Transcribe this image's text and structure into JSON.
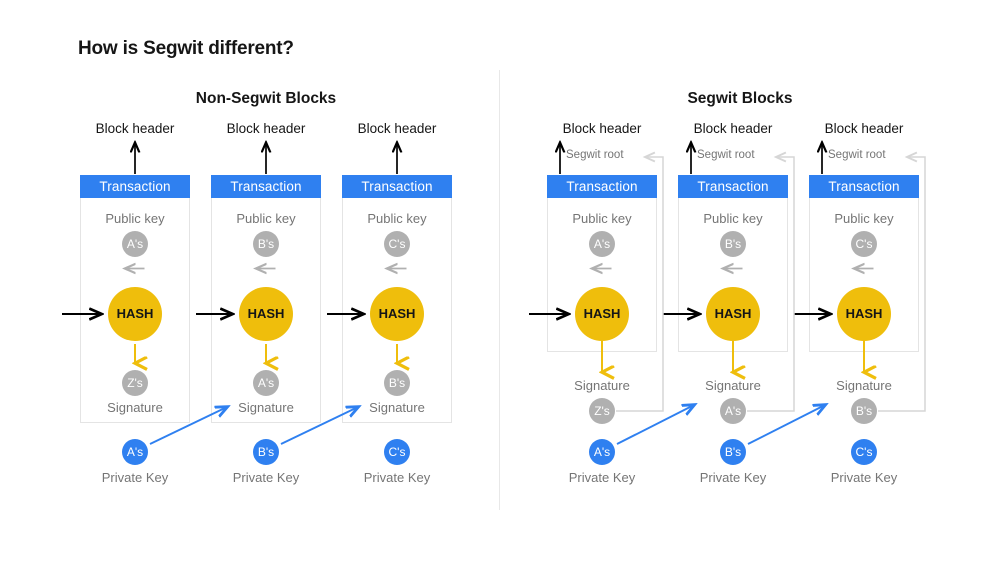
{
  "title": "How is Segwit different?",
  "colors": {
    "accent_blue": "#2f80f0",
    "hash_yellow": "#efbe0c",
    "circle_gray": "#b0b0b0",
    "label_gray": "#757575",
    "box_border": "#e4e4e4",
    "divider": "#e8e8e8",
    "text_dark": "#161616",
    "arrow_black": "#000000",
    "bracket_gray": "#d6d6d6"
  },
  "sections": [
    {
      "id": "non-segwit",
      "title": "Non-Segwit Blocks",
      "layout": "signature_inside_box",
      "columns": [
        {
          "block_header_label": "Block header",
          "transaction_label": "Transaction",
          "public_key_label": "Public key",
          "public_key_owner": "A's",
          "hash_label": "HASH",
          "signature_owner": "Z's",
          "signature_label": "Signature",
          "private_key_owner": "A's",
          "private_key_label": "Private Key"
        },
        {
          "block_header_label": "Block header",
          "transaction_label": "Transaction",
          "public_key_label": "Public key",
          "public_key_owner": "B's",
          "hash_label": "HASH",
          "signature_owner": "A's",
          "signature_label": "Signature",
          "private_key_owner": "B's",
          "private_key_label": "Private Key"
        },
        {
          "block_header_label": "Block header",
          "transaction_label": "Transaction",
          "public_key_label": "Public key",
          "public_key_owner": "C's",
          "hash_label": "HASH",
          "signature_owner": "B's",
          "signature_label": "Signature",
          "private_key_owner": "C's",
          "private_key_label": "Private Key"
        }
      ]
    },
    {
      "id": "segwit",
      "title": "Segwit Blocks",
      "layout": "signature_outside_box",
      "segwit_root_label": "Segwit root",
      "columns": [
        {
          "block_header_label": "Block header",
          "segwit_root_label": "Segwit root",
          "transaction_label": "Transaction",
          "public_key_label": "Public key",
          "public_key_owner": "A's",
          "hash_label": "HASH",
          "signature_label": "Signature",
          "signature_owner": "Z's",
          "private_key_owner": "A's",
          "private_key_label": "Private Key"
        },
        {
          "block_header_label": "Block header",
          "segwit_root_label": "Segwit root",
          "transaction_label": "Transaction",
          "public_key_label": "Public key",
          "public_key_owner": "B's",
          "hash_label": "HASH",
          "signature_label": "Signature",
          "signature_owner": "A's",
          "private_key_owner": "B's",
          "private_key_label": "Private Key"
        },
        {
          "block_header_label": "Block header",
          "segwit_root_label": "Segwit root",
          "transaction_label": "Transaction",
          "public_key_label": "Public key",
          "public_key_owner": "C's",
          "hash_label": "HASH",
          "signature_label": "Signature",
          "signature_owner": "B's",
          "private_key_owner": "C's",
          "private_key_label": "Private Key"
        }
      ]
    }
  ]
}
